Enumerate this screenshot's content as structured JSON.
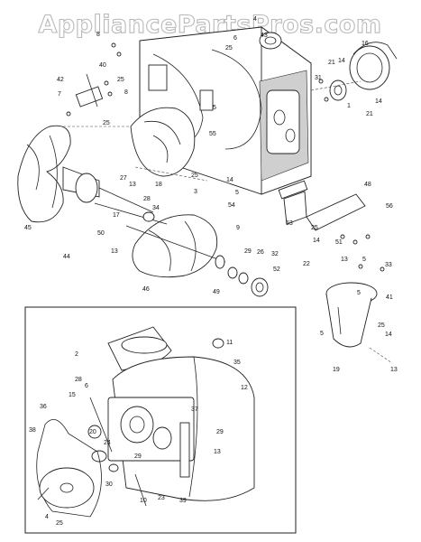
{
  "watermark": "AppliancePartsPros.com",
  "callouts_upper": [
    {
      "text": "8"
    },
    {
      "text": "4"
    },
    {
      "text": "6"
    },
    {
      "text": "43"
    },
    {
      "text": "25"
    },
    {
      "text": "16"
    },
    {
      "text": "40"
    },
    {
      "text": "25"
    },
    {
      "text": "42"
    },
    {
      "text": "8"
    },
    {
      "text": "7"
    },
    {
      "text": "21"
    },
    {
      "text": "14"
    },
    {
      "text": "31"
    },
    {
      "text": "1"
    },
    {
      "text": "14"
    },
    {
      "text": "21"
    },
    {
      "text": "25"
    },
    {
      "text": "5"
    },
    {
      "text": "55"
    },
    {
      "text": "25"
    },
    {
      "text": "3"
    },
    {
      "text": "27"
    },
    {
      "text": "13"
    },
    {
      "text": "18"
    },
    {
      "text": "14"
    },
    {
      "text": "5"
    },
    {
      "text": "54"
    },
    {
      "text": "48"
    },
    {
      "text": "28"
    },
    {
      "text": "34"
    },
    {
      "text": "17"
    },
    {
      "text": "45"
    },
    {
      "text": "50"
    },
    {
      "text": "9"
    },
    {
      "text": "53"
    },
    {
      "text": "25"
    },
    {
      "text": "56"
    },
    {
      "text": "14"
    },
    {
      "text": "51"
    },
    {
      "text": "44"
    },
    {
      "text": "13"
    },
    {
      "text": "29"
    },
    {
      "text": "26"
    },
    {
      "text": "32"
    },
    {
      "text": "22"
    },
    {
      "text": "13"
    },
    {
      "text": "5"
    },
    {
      "text": "33"
    },
    {
      "text": "52"
    },
    {
      "text": "46"
    },
    {
      "text": "49"
    },
    {
      "text": "5"
    },
    {
      "text": "41"
    },
    {
      "text": "5"
    },
    {
      "text": "25"
    },
    {
      "text": "14"
    },
    {
      "text": "19"
    },
    {
      "text": "13"
    }
  ],
  "callouts_inset": [
    {
      "text": "11"
    },
    {
      "text": "35"
    },
    {
      "text": "2"
    },
    {
      "text": "12"
    },
    {
      "text": "28"
    },
    {
      "text": "15"
    },
    {
      "text": "6"
    },
    {
      "text": "36"
    },
    {
      "text": "37"
    },
    {
      "text": "38"
    },
    {
      "text": "20"
    },
    {
      "text": "24"
    },
    {
      "text": "29"
    },
    {
      "text": "13"
    },
    {
      "text": "29"
    },
    {
      "text": "30"
    },
    {
      "text": "10"
    },
    {
      "text": "23"
    },
    {
      "text": "39"
    },
    {
      "text": "4"
    },
    {
      "text": "25"
    }
  ]
}
